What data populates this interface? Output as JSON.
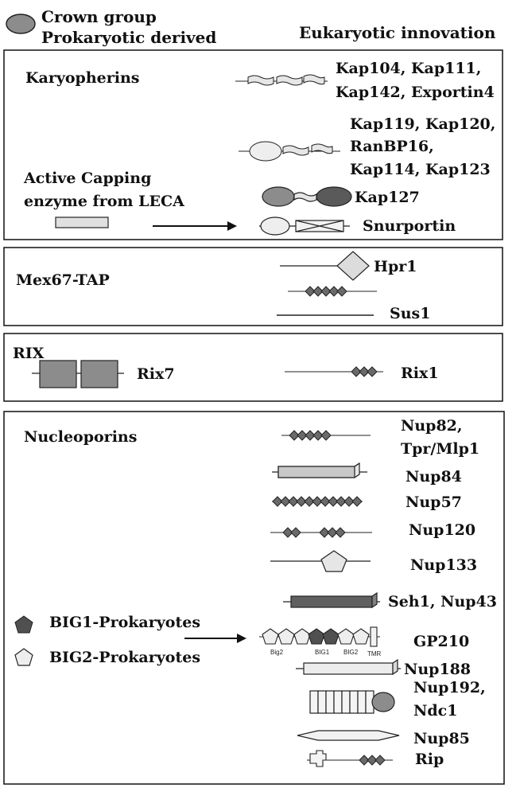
{
  "legend": {
    "crown_group": "Crown group",
    "prokaryotic_derived": "Prokaryotic derived",
    "eukaryotic_innovation": "Eukaryotic innovation"
  },
  "karyopherins": {
    "title": "Karyopherins",
    "row1_line1": "Kap104, Kap111,",
    "row1_line2": "Kap142, Exportin4",
    "row2_line1": "Kap119, Kap120,",
    "row2_line2": "RanBP16,",
    "row2_line3": "Kap114, Kap123",
    "capping_line1": "Active Capping",
    "capping_line2": "enzyme from LECA",
    "kap127": "Kap127",
    "snurportin": "Snurportin"
  },
  "mex67": {
    "title": "Mex67-TAP",
    "hpr1": "Hpr1",
    "sus1": "Sus1"
  },
  "rix": {
    "title": "RIX",
    "rix7": "Rix7",
    "rix1": "Rix1"
  },
  "nucleoporins": {
    "title": "Nucleoporins",
    "nup82_line1": "Nup82,",
    "nup82_line2": "Tpr/Mlp1",
    "nup84": "Nup84",
    "nup57": "Nup57",
    "nup120": "Nup120",
    "nup133": "Nup133",
    "seh1": "Seh1, Nup43",
    "big1": "BIG1-Prokaryotes",
    "big2": "BIG2-Prokaryotes",
    "gp210": "GP210",
    "gp_big2": "Big2",
    "gp_big1": "BIG1",
    "gp_big2b": "BIG2",
    "gp_tmr": "TMR",
    "nup188": "Nup188",
    "nup192_line1": "Nup192,",
    "nup192_line2": "Ndc1",
    "nup85": "Nup85",
    "rip": "Rip"
  },
  "colors": {
    "dark_gray": "#5a5a5a",
    "mid_gray": "#9a9a9a",
    "light_gray": "#dcdcdc",
    "stroke": "#222222"
  }
}
